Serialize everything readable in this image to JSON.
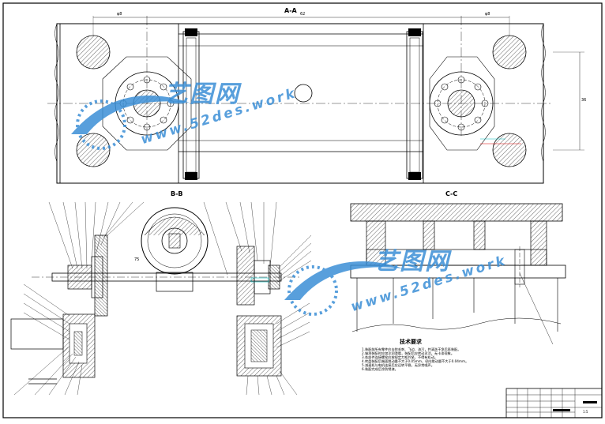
{
  "drawing": {
    "section_a": "A-A",
    "section_b": "B-B",
    "section_c": "C-C"
  },
  "dimensions": {
    "top_left": "φ8",
    "top_mid": "62",
    "top_right": "φ8",
    "right_vert": "36",
    "bb_left": "75"
  },
  "tech_requirements": {
    "title": "技术要求",
    "lines": [
      "1.装配前所有零件应去除毛刺、飞边、油污，并清洗干净后再装配。",
      "2.轴承装配时应加注润滑脂，装配后应转动灵活，无卡滞现象。",
      "3.各部件连接螺栓应按规定力矩拧紧，不得有松动。",
      "4.转盘装配后端面跳动量不大于0.05mm，径向跳动量不大于0.04mm。",
      "5.减速机与电机连接后应运转平稳，无异常噪声。",
      "6.装配完成后涂防锈漆。"
    ]
  },
  "watermark": {
    "brand_cn": "艺图网",
    "url": "www.52des.work"
  },
  "title_block": {
    "scale": "1:5"
  }
}
